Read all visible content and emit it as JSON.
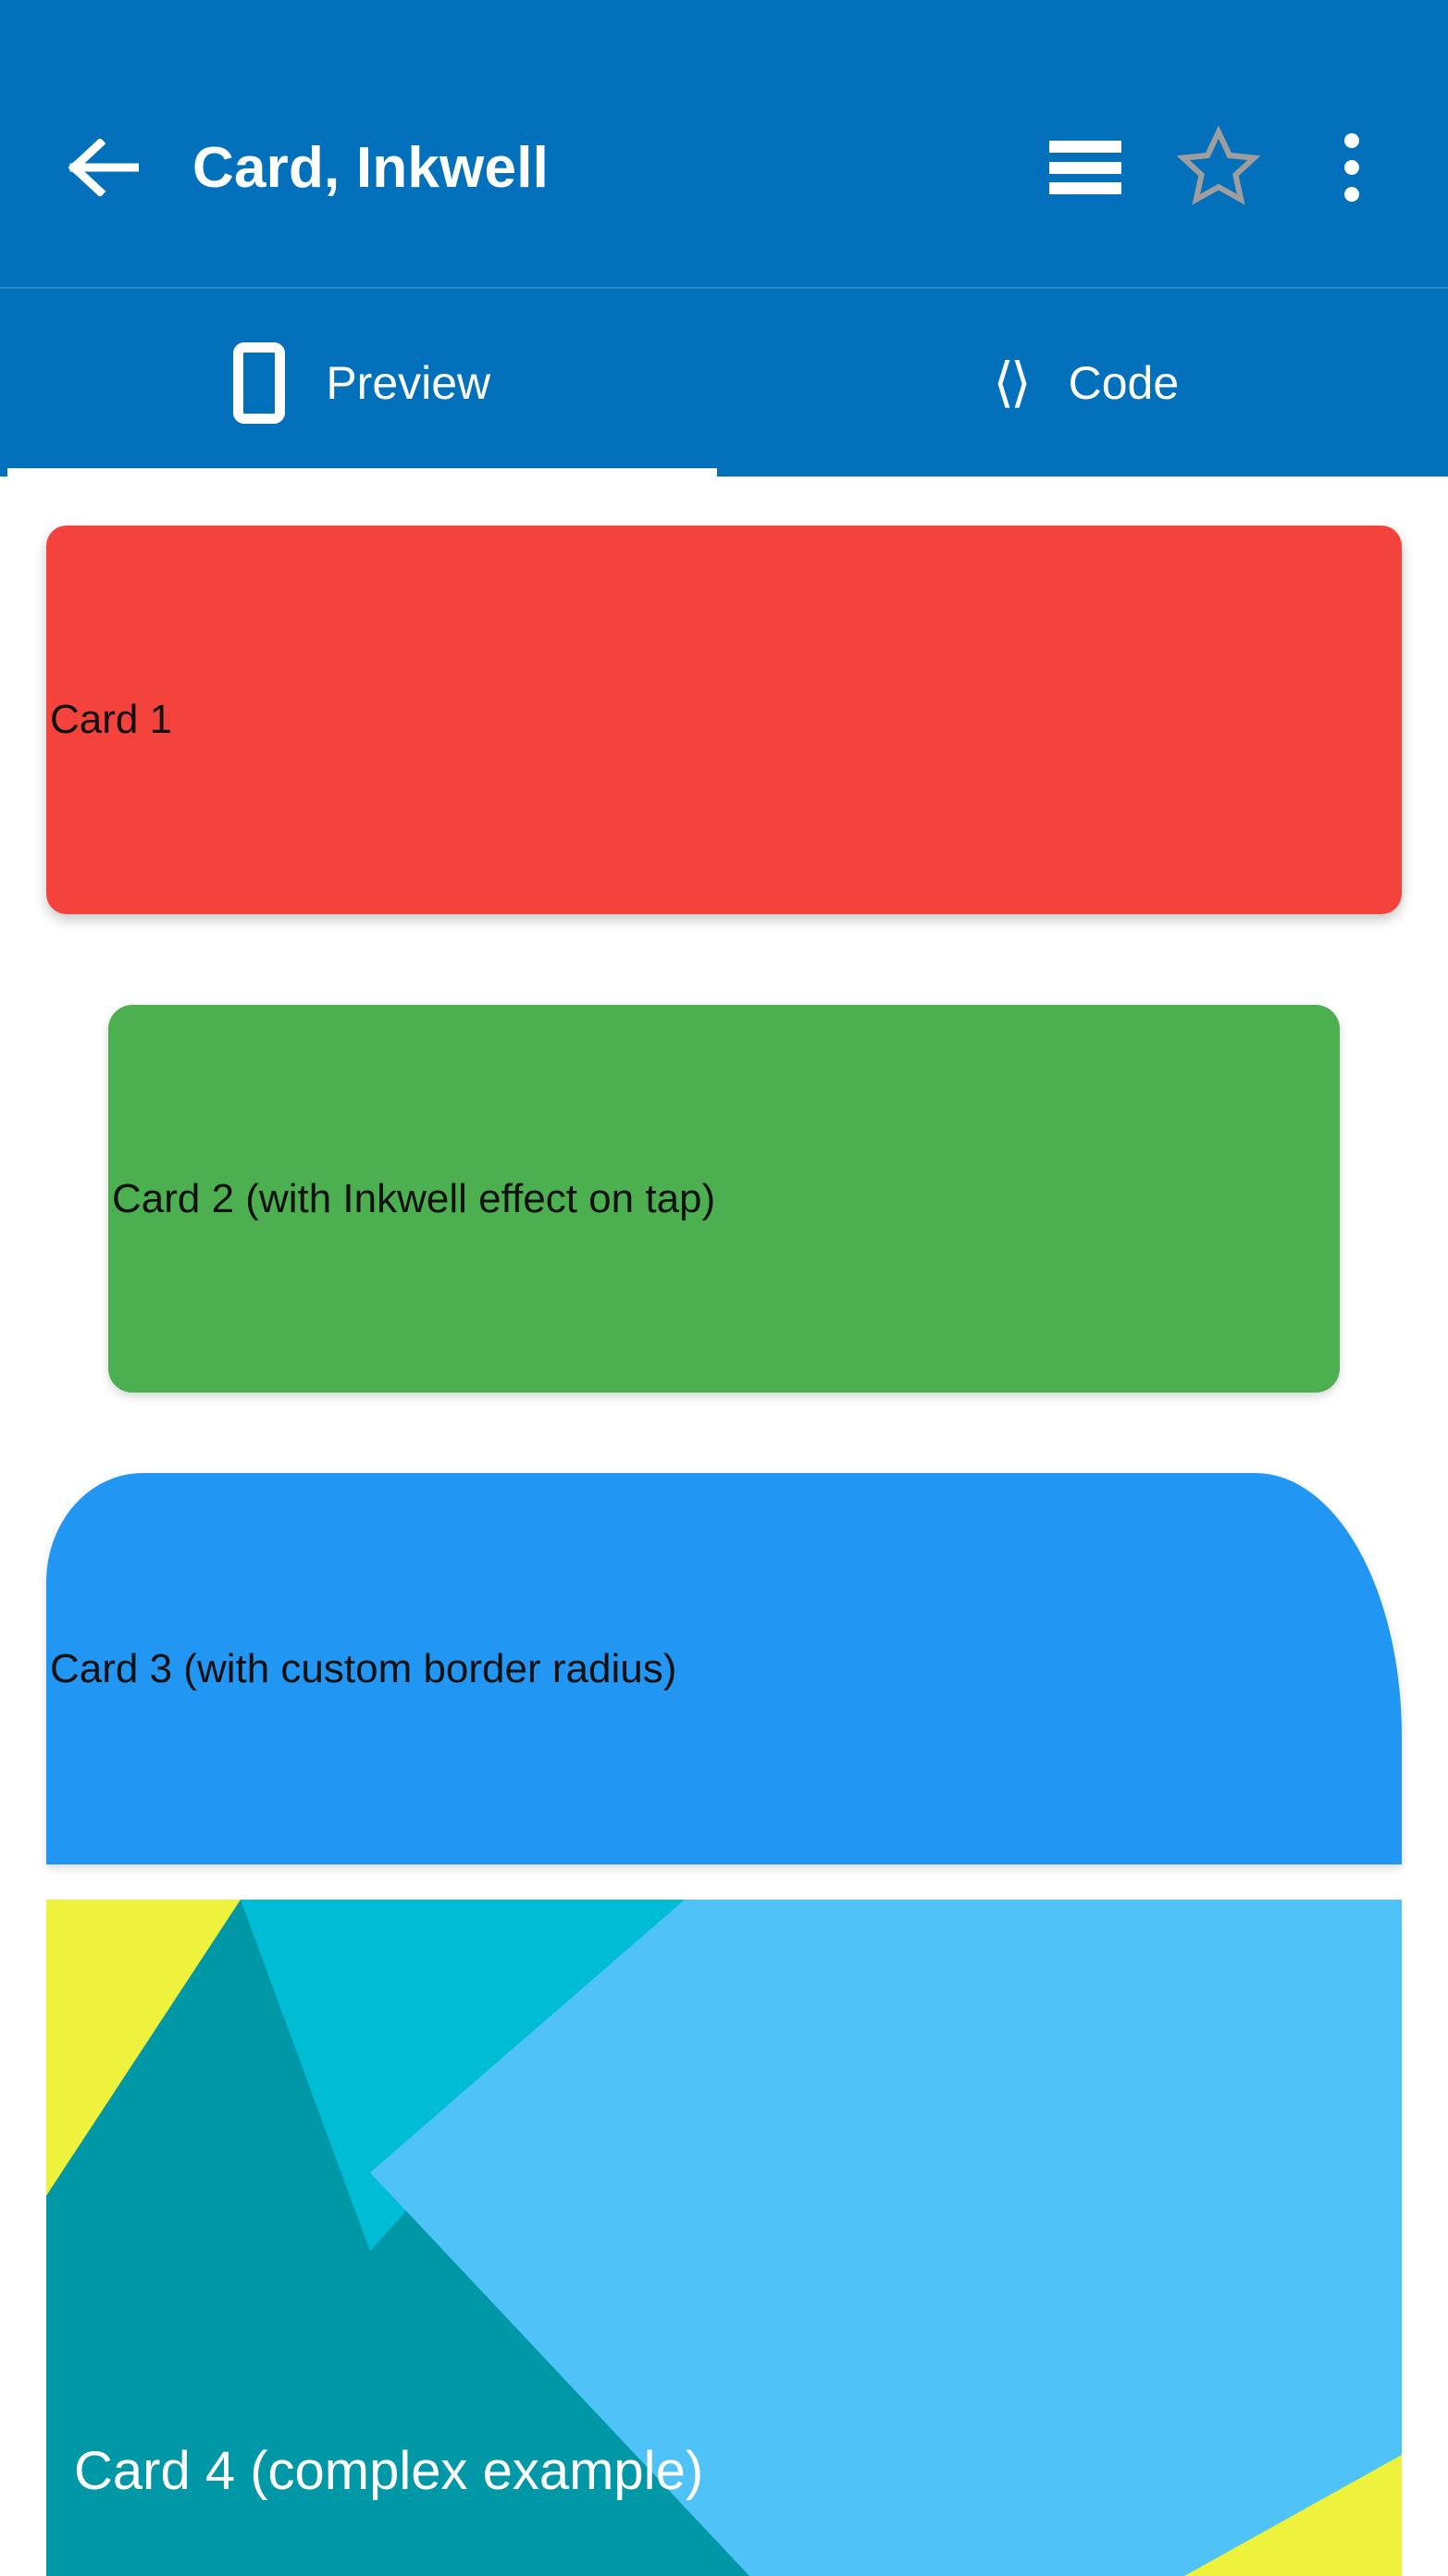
{
  "appbar": {
    "background": "#0270bb",
    "title": "Card, Inkwell",
    "back_icon": "arrow-left-icon",
    "actions": [
      {
        "icon": "hamburger-menu-icon",
        "color": "#ffffff"
      },
      {
        "icon": "star-outline-icon",
        "color": "#9e9e9e"
      },
      {
        "icon": "overflow-dots-icon",
        "color": "#ffffff"
      }
    ]
  },
  "tabs": [
    {
      "label": "Preview",
      "icon": "smartphone-icon",
      "active": true
    },
    {
      "label": "Code",
      "icon": "angle-brackets-icon",
      "active": false
    }
  ],
  "preview": {
    "background": "#ffffff",
    "cards": [
      {
        "label": "Card 1",
        "color": "#F4433C",
        "text_color": "#111111"
      },
      {
        "label": "Card 2 (with Inkwell effect on tap)",
        "color": "#4CAF50",
        "text_color": "#111111"
      },
      {
        "label": "Card 3 (with custom border radius)",
        "color": "#2196F3",
        "text_color": "#111111"
      },
      {
        "label": "Card 4 (complex example)",
        "color": "#4FC3F7",
        "text_color": "#ffffff"
      }
    ]
  },
  "card4_shapes": {
    "yellow": "#EEF23C",
    "cyan": "#00BCD4",
    "light_blue": "#4FC3F7",
    "teal_overlap": "#0097A7"
  }
}
